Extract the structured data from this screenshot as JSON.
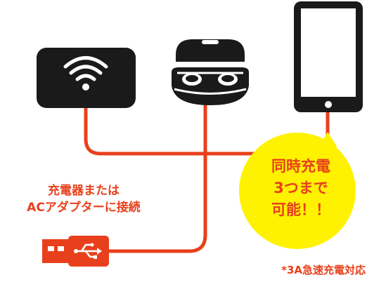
{
  "colors": {
    "cable": "#e8401c",
    "device": "#1a1a1a",
    "bubble": "#fff200",
    "text_accent": "#e8401c"
  },
  "icons": [
    "wifi-router-icon",
    "earbuds-case-icon",
    "smartphone-icon",
    "usb-plug-icon"
  ],
  "source_label": [
    "充電器または",
    "ACアダプターに接続"
  ],
  "bubble": [
    "同時充電",
    "3つまで",
    "可能！！"
  ],
  "footnote": "*3A急速充電対応"
}
